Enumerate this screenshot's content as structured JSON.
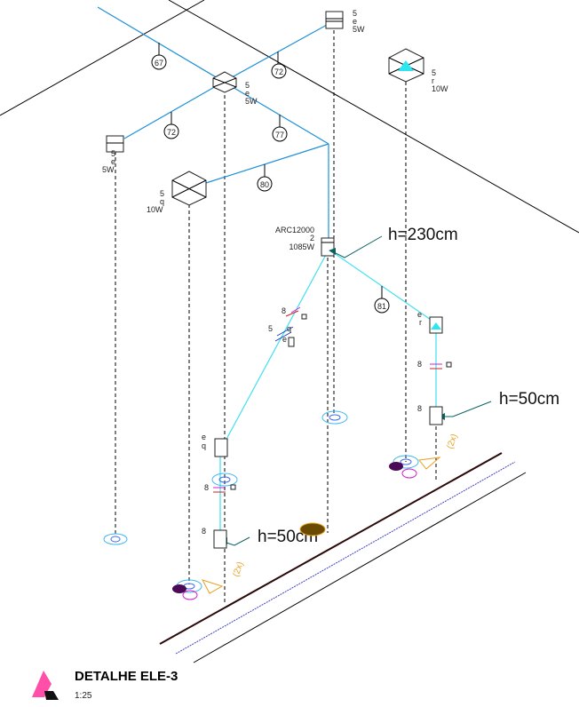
{
  "drawing": {
    "title": "DETALHE ELE-3",
    "scale": "1:25",
    "logo_icon": "pink-triangle-logo-icon"
  },
  "circuit_tags": [
    "67",
    "72",
    "72",
    "77",
    "80",
    "81"
  ],
  "fixtures": [
    {
      "id": "top-right-fixture",
      "lines": [
        "5",
        "e",
        "5W"
      ]
    },
    {
      "id": "center-box",
      "lines": [
        "5",
        "e",
        "5W"
      ]
    },
    {
      "id": "left-fixture",
      "lines": [
        "5",
        "e",
        "5W"
      ]
    },
    {
      "id": "large-hex",
      "lines": [
        "5",
        "q",
        "10W"
      ]
    },
    {
      "id": "triangle-hex",
      "lines": [
        "5",
        "r",
        "10W"
      ]
    },
    {
      "id": "junction",
      "lines": [
        "ARC12000",
        "2",
        "1085W"
      ]
    }
  ],
  "heights": [
    "h=230cm",
    "h=50cm",
    "h=50cm"
  ],
  "small_labels": {
    "switch_top": "8",
    "switch_group": "5",
    "switch_e": "e",
    "switch_q": "q",
    "right_er_e": "e",
    "right_er_r": "r",
    "right_switch": "8",
    "right_outlet": "8",
    "left_eq_e": "e",
    "left_eq_q": "q",
    "left_switch": "8",
    "left_outlet": "8",
    "multiplier_right": "(2x)",
    "multiplier_left": "(2x)"
  },
  "colors": {
    "conduit": "#1e90d8",
    "wire": "#3fe0ef",
    "accent": "#ff4fa8",
    "tag_orange": "#e8a020",
    "outlet": "#5a0a5a"
  }
}
